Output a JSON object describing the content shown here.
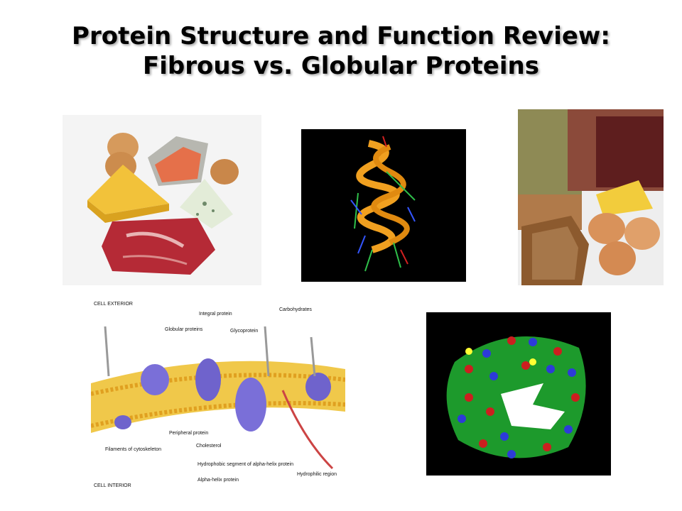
{
  "slide": {
    "title_line1": "Protein Structure and Function Review:",
    "title_line2": "Fibrous vs. Globular Proteins"
  },
  "membrane_labels": {
    "cell_exterior": "CELL EXTERIOR",
    "integral_protein": "Integral protein",
    "carbohydrates": "Carbohydrates",
    "globular_proteins": "Globular proteins",
    "glycoprotein": "Glycoprotein",
    "peripheral_protein": "Peripheral protein",
    "cholesterol": "Cholesterol",
    "filaments": "Filaments of cytoskeleton",
    "hydrophobic_segment": "Hydrophobic segment of alpha-helix protein",
    "alpha_helix_protein": "Alpha-helix protein",
    "hydrophilic_region": "Hydrophilic region",
    "cell_interior": "CELL INTERIOR"
  },
  "colors": {
    "background": "#ffffff",
    "title": "#000000"
  }
}
